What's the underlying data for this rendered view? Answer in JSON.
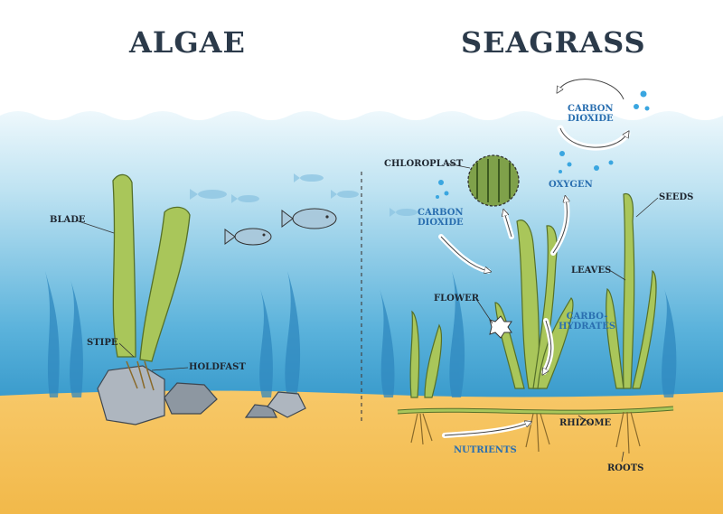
{
  "titles": {
    "left": "ALGAE",
    "right": "SEAGRASS"
  },
  "algae_labels": {
    "blade": "BLADE",
    "stipe": "STIPE",
    "holdfast": "HOLDFAST"
  },
  "seagrass_labels": {
    "chloroplast": "CHLOROPLAST",
    "carbon_dioxide_top_1": "CARBON",
    "carbon_dioxide_top_2": "DIOXIDE",
    "carbon_dioxide_left_1": "CARBON",
    "carbon_dioxide_left_2": "DIOXIDE",
    "oxygen": "OXYGEN",
    "seeds": "SEEDS",
    "leaves": "LEAVES",
    "flower": "FLOWER",
    "carbohydrates_1": "CARBO-",
    "carbohydrates_2": "HYDRATES",
    "rhizome": "RHIZOME",
    "nutrients": "NUTRIENTS",
    "roots": "ROOTS"
  },
  "colors": {
    "water_top": "#e8f5fb",
    "water_bottom": "#2f97c9",
    "sand": "#f6c35e",
    "plant_green": "#a9c65a",
    "plant_dark": "#7e9a3e",
    "arrow_blue": "#3b8fd0",
    "bubble_blue": "#3aa6e0"
  }
}
